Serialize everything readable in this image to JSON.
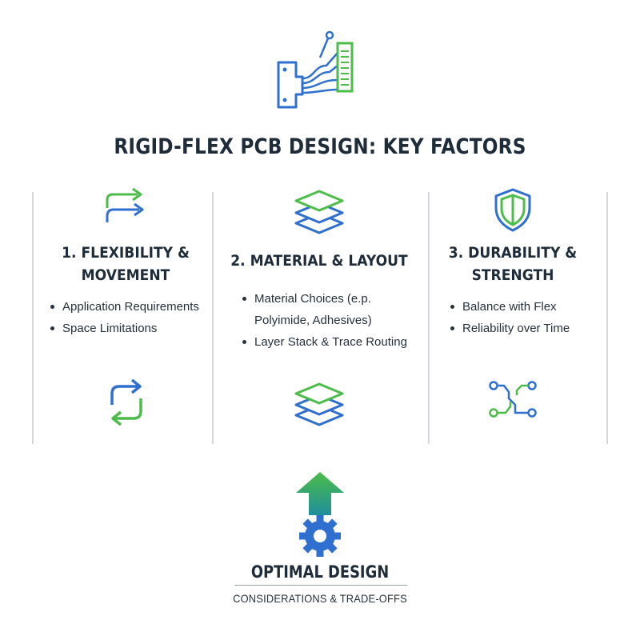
{
  "header": {
    "icon": "pcb-circuit-icon",
    "title": "RIGID-FLEX PCB DESIGN: KEY FACTORS"
  },
  "columns": [
    {
      "icon": "flex-arrows-icon",
      "title_lines": [
        "1. FLEXIBILITY &",
        "MOVEMENT"
      ],
      "bullets": [
        {
          "lines": [
            "Application Requirements"
          ]
        },
        {
          "lines": [
            "Space Limitations"
          ]
        }
      ],
      "bottom_icon": "cycle-arrows-icon"
    },
    {
      "icon": "layers-icon",
      "title_lines": [
        "2. MATERIAL & LAYOUT"
      ],
      "bullets": [
        {
          "lines": [
            "Material Choices (e.p.",
            "Polyimide, Adhesives)"
          ]
        },
        {
          "lines": [
            "Layer Stack & Trace Routing"
          ]
        }
      ],
      "bottom_icon": "layers-icon"
    },
    {
      "icon": "shield-icon",
      "title_lines": [
        "3. DURABILITY &",
        "STRENGTH"
      ],
      "bullets": [
        {
          "lines": [
            "Balance with Flex"
          ]
        },
        {
          "lines": [
            "Reliability over Time"
          ]
        }
      ],
      "bottom_icon": "circuit-traces-icon"
    }
  ],
  "footer": {
    "icon": "gear-with-up-arrow-icon",
    "title": "OPTIMAL DESIGN",
    "subtitle": "CONSIDERATIONS & TRADE-OFFS"
  },
  "colors": {
    "blue": "#2f6fd0",
    "green": "#4cbc4a",
    "heading": "#1e2b39",
    "divider": "#d4d8dc"
  }
}
